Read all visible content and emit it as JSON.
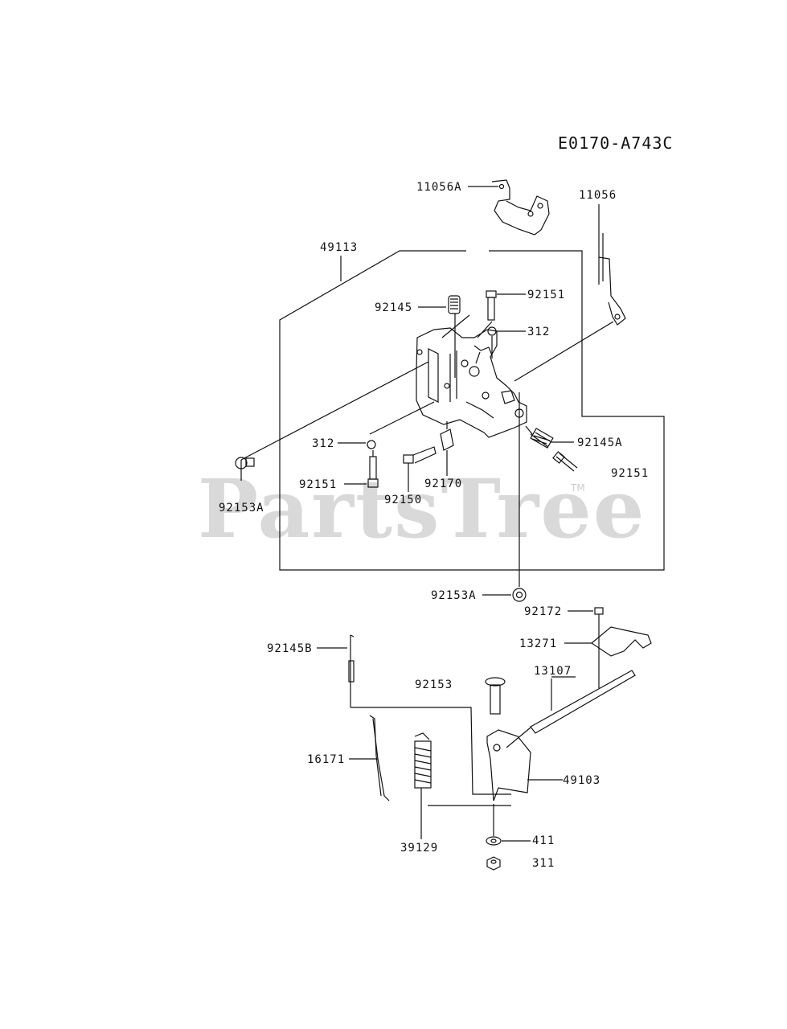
{
  "diagram": {
    "code": "E0170-A743C",
    "watermark": "PartsTree",
    "trademark": "TM",
    "parts": {
      "p11056A": "11056A",
      "p11056": "11056",
      "p49113": "49113",
      "p92145": "92145",
      "p92151_top": "92151",
      "p312_top": "312",
      "p312_left": "312",
      "p92145A": "92145A",
      "p92151_right": "92151",
      "p92151_left": "92151",
      "p92170": "92170",
      "p92150": "92150",
      "p92153A_left": "92153A",
      "p92153A_bottom": "92153A",
      "p92172": "92172",
      "p13271": "13271",
      "p92145B": "92145B",
      "p13107": "13107",
      "p92153": "92153",
      "p16171": "16171",
      "p49103": "49103",
      "p39129": "39129",
      "p411": "411",
      "p311": "311"
    }
  }
}
